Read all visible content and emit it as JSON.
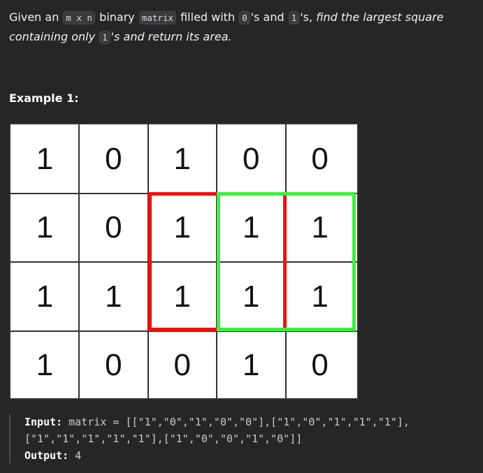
{
  "description": {
    "given": "Given an",
    "mn": "m x n",
    "binary": "binary",
    "matrix": "matrix",
    "filled": "filled with",
    "zero": "0",
    "s_and": "'s and",
    "one": "1",
    "s_comma": "'s,",
    "italic1": "find the largest square containing only",
    "one2": "1",
    "italic2": "'s and return its area."
  },
  "example": {
    "title": "Example 1:",
    "input_label": "Input:",
    "input_value": "matrix = [[\"1\",\"0\",\"1\",\"0\",\"0\"],[\"1\",\"0\",\"1\",\"1\",\"1\"],[\"1\",\"1\",\"1\",\"1\",\"1\"],[\"1\",\"0\",\"0\",\"1\",\"0\"]]",
    "output_label": "Output:",
    "output_value": "4"
  },
  "grid": {
    "rows": [
      [
        "1",
        "0",
        "1",
        "0",
        "0"
      ],
      [
        "1",
        "0",
        "1",
        "1",
        "1"
      ],
      [
        "1",
        "1",
        "1",
        "1",
        "1"
      ],
      [
        "1",
        "0",
        "0",
        "1",
        "0"
      ]
    ],
    "highlight_colors": {
      "red": "#f20f0f",
      "green": "#3ef03e"
    }
  }
}
